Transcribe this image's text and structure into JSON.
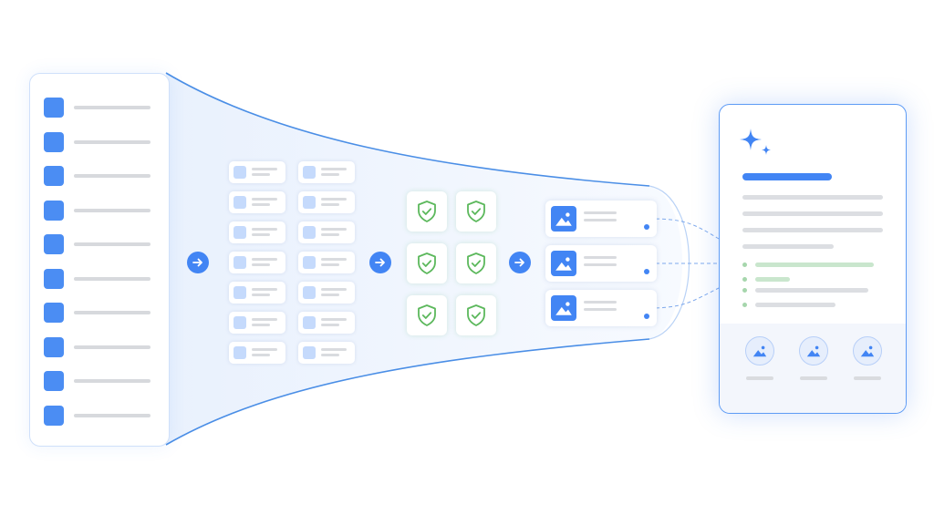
{
  "colors": {
    "accent": "#4285f4",
    "funnel_stroke": "#4a8ee6",
    "funnel_fill": "#eef4fd",
    "shield_green": "#5cb85c",
    "placeholder_gray": "#d9dbdf",
    "output_border": "#5d9bf5"
  },
  "stages": [
    {
      "id": "source-list",
      "rows": 10,
      "icon": "square-placeholder"
    },
    {
      "id": "chunk-grid",
      "rows": 7,
      "columns": 2,
      "icon": "document-chunk"
    },
    {
      "id": "verification",
      "rows": 3,
      "columns": 2,
      "icon": "shield-check-icon"
    },
    {
      "id": "image-results",
      "rows": 3,
      "icon": "image-icon"
    },
    {
      "id": "generated-output",
      "icon": "sparkle-icon",
      "thumbnails": 3
    }
  ],
  "step_arrows": 3,
  "icons": {
    "arrow": "arrow-right-icon",
    "shield": "shield-check-icon",
    "image": "image-icon",
    "sparkle": "sparkle-icon"
  }
}
